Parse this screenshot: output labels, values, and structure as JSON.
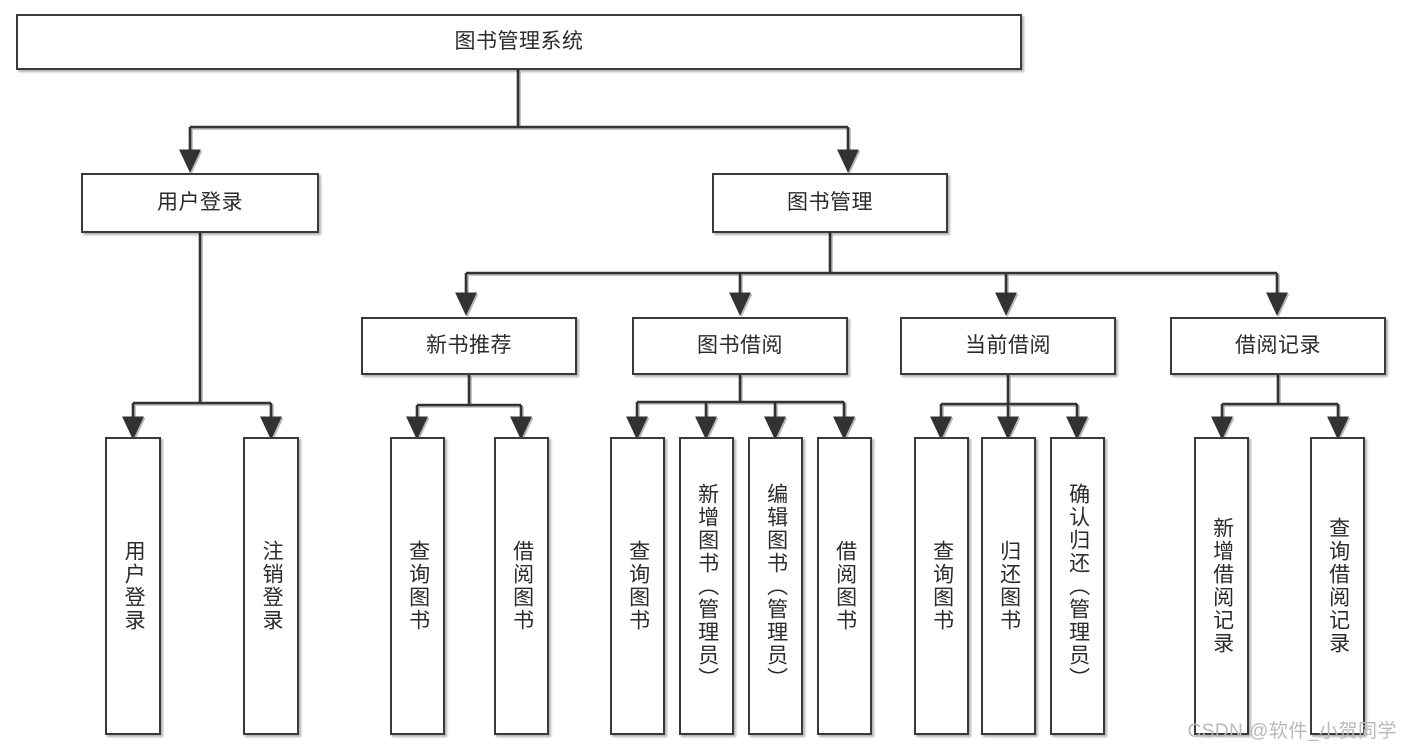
{
  "diagram": {
    "title": "图书管理系统",
    "watermark": "CSDN @软件_小贺同学",
    "arrow_color": "#333333",
    "border_color": "#3a3a3a",
    "text_color": "#2b2b2b",
    "background": "#ffffff",
    "nodes": {
      "root": {
        "label": "图书管理系统",
        "orientation": "horizontal"
      },
      "l1": [
        {
          "id": "user-login",
          "label": "用户登录",
          "orientation": "horizontal"
        },
        {
          "id": "book-manage",
          "label": "图书管理",
          "orientation": "horizontal"
        }
      ],
      "l2": [
        {
          "id": "new-book-recommend",
          "label": "新书推荐",
          "orientation": "horizontal"
        },
        {
          "id": "book-borrow",
          "label": "图书借阅",
          "orientation": "horizontal"
        },
        {
          "id": "current-borrow",
          "label": "当前借阅",
          "orientation": "horizontal"
        },
        {
          "id": "borrow-record",
          "label": "借阅记录",
          "orientation": "horizontal"
        }
      ],
      "leaves": [
        {
          "id": "leaf-user-login",
          "label": "用户登录",
          "orientation": "vertical",
          "parent": "user-login"
        },
        {
          "id": "leaf-logout-login",
          "label": "注销登录",
          "orientation": "vertical",
          "parent": "user-login"
        },
        {
          "id": "leaf-query-book-1",
          "label": "查询图书",
          "orientation": "vertical",
          "parent": "new-book-recommend"
        },
        {
          "id": "leaf-borrow-book-1",
          "label": "借阅图书",
          "orientation": "vertical",
          "parent": "new-book-recommend"
        },
        {
          "id": "leaf-query-book-2",
          "label": "查询图书",
          "orientation": "vertical",
          "parent": "book-borrow"
        },
        {
          "id": "leaf-add-book-admin",
          "label": "新增图书（管理员）",
          "orientation": "vertical",
          "parent": "book-borrow"
        },
        {
          "id": "leaf-edit-book-admin",
          "label": "编辑图书（管理员）",
          "orientation": "vertical",
          "parent": "book-borrow"
        },
        {
          "id": "leaf-borrow-book-2",
          "label": "借阅图书",
          "orientation": "vertical",
          "parent": "book-borrow"
        },
        {
          "id": "leaf-query-book-3",
          "label": "查询图书",
          "orientation": "vertical",
          "parent": "current-borrow"
        },
        {
          "id": "leaf-return-book",
          "label": "归还图书",
          "orientation": "vertical",
          "parent": "current-borrow"
        },
        {
          "id": "leaf-confirm-return-admin",
          "label": "确认归还（管理员）",
          "orientation": "vertical",
          "parent": "current-borrow"
        },
        {
          "id": "leaf-add-borrow-record",
          "label": "新增借阅记录",
          "orientation": "vertical",
          "parent": "borrow-record"
        },
        {
          "id": "leaf-query-borrow-record",
          "label": "查询借阅记录",
          "orientation": "vertical",
          "parent": "borrow-record"
        }
      ]
    }
  }
}
